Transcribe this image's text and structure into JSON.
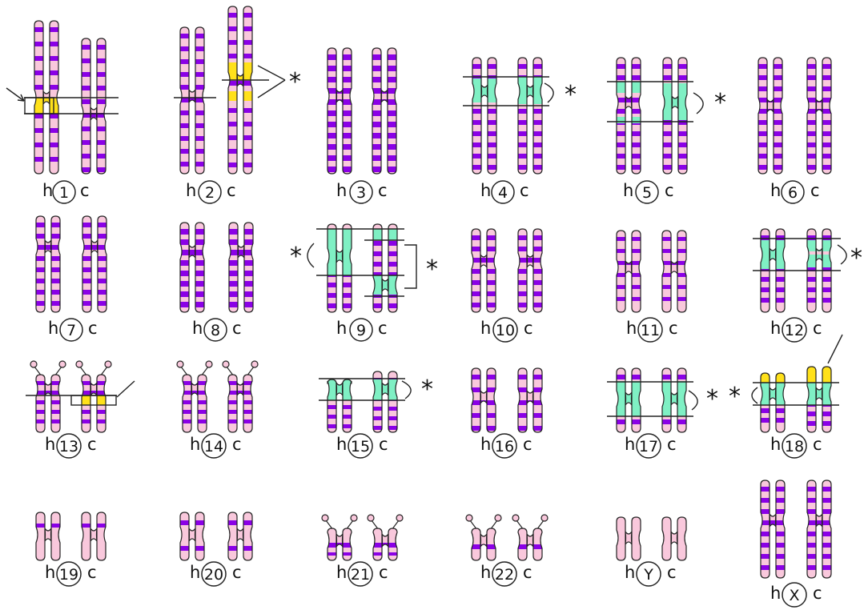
{
  "side_labels": {
    "human": "h",
    "chimp": "c"
  },
  "colors": {
    "base": "#f9c8dc",
    "band_dark": "#8a00e6",
    "band_light": "#ffffff",
    "highlight_green": "#7ff0c4",
    "highlight_yellow": "#ffe11a",
    "outline": "#222222"
  },
  "marker_symbol": "*",
  "pairs": [
    {
      "id": "1"
    },
    {
      "id": "2"
    },
    {
      "id": "3"
    },
    {
      "id": "4"
    },
    {
      "id": "5"
    },
    {
      "id": "6"
    },
    {
      "id": "7"
    },
    {
      "id": "8"
    },
    {
      "id": "9"
    },
    {
      "id": "10"
    },
    {
      "id": "11"
    },
    {
      "id": "12"
    },
    {
      "id": "13"
    },
    {
      "id": "14"
    },
    {
      "id": "15"
    },
    {
      "id": "16"
    },
    {
      "id": "17"
    },
    {
      "id": "18"
    },
    {
      "id": "19"
    },
    {
      "id": "20"
    },
    {
      "id": "21"
    },
    {
      "id": "22"
    },
    {
      "id": "Y"
    },
    {
      "id": "X"
    }
  ]
}
